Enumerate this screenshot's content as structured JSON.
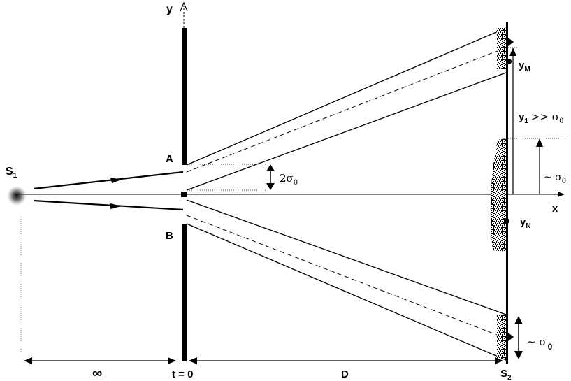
{
  "labels": {
    "source": "S",
    "source_sub": "1",
    "slit_a": "A",
    "slit_b": "B",
    "axis_y": "y",
    "axis_x": "x",
    "separation": "2σ",
    "separation_sub": "0",
    "point_m": "y",
    "point_m_sub": "M",
    "point_n": "y",
    "point_n_sub": "N",
    "y1_main": "y",
    "y1_sub": "1",
    "y1_rel": ">> σ",
    "y1_rel_sub": "0",
    "width_center": "~ σ",
    "width_center_sub": "0",
    "width_bottom": "~ σ",
    "width_bottom_sub": "0",
    "dist_left": "∞",
    "time_zero": "t = 0",
    "dist_right": "D",
    "detector": "S",
    "detector_sub": "2"
  },
  "colors": {
    "ink": "#000000",
    "paper": "#ffffff"
  }
}
